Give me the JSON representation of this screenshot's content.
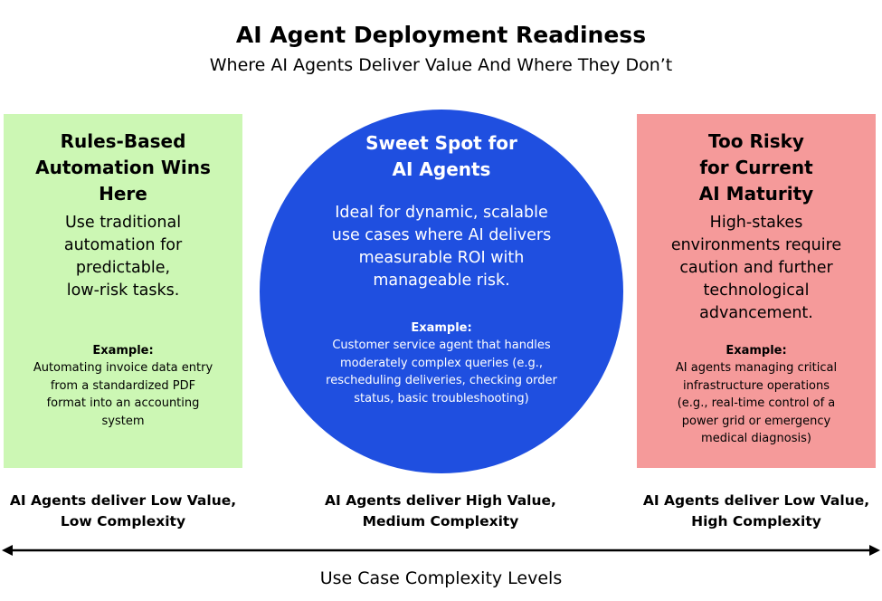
{
  "header": {
    "title": "AI Agent Deployment Readiness",
    "subtitle": "Where AI Agents Deliver Value And Where They Don’t"
  },
  "left_box": {
    "heading": "Rules-Based\nAutomation Wins\nHere",
    "description": "Use traditional\nautomation for\npredictable,\nlow-risk tasks.",
    "example_label": "Example:",
    "example_text": "Automating invoice data entry\nfrom a standardized PDF\nformat into an accounting\nsystem",
    "color": "#ccf7b4"
  },
  "center_circle": {
    "heading": "Sweet Spot for\nAI Agents",
    "description": "Ideal for dynamic, scalable\nuse cases where AI delivers\nmeasurable ROI with\nmanageable risk.",
    "example_label": "Example:",
    "example_text": "Customer service agent that handles\nmoderately complex queries (e.g.,\nrescheduling deliveries, checking order\nstatus, basic troubleshooting)",
    "color": "#1f4fe0"
  },
  "right_box": {
    "heading": "Too Risky\nfor Current\nAI Maturity",
    "description": "High-stakes\nenvironments require\ncaution and further\ntechnological\nadvancement.",
    "example_label": "Example:",
    "example_text": "AI agents managing critical\ninfrastructure operations\n(e.g., real-time control of a\npower grid or emergency\nmedical diagnosis)",
    "color": "#f59a9a"
  },
  "bottom_labels": [
    "AI Agents deliver Low Value,\nLow Complexity",
    "AI Agents deliver High Value,\nMedium Complexity",
    "AI Agents deliver Low Value,\nHigh Complexity"
  ],
  "axis": {
    "label": "Use Case Complexity Levels"
  }
}
